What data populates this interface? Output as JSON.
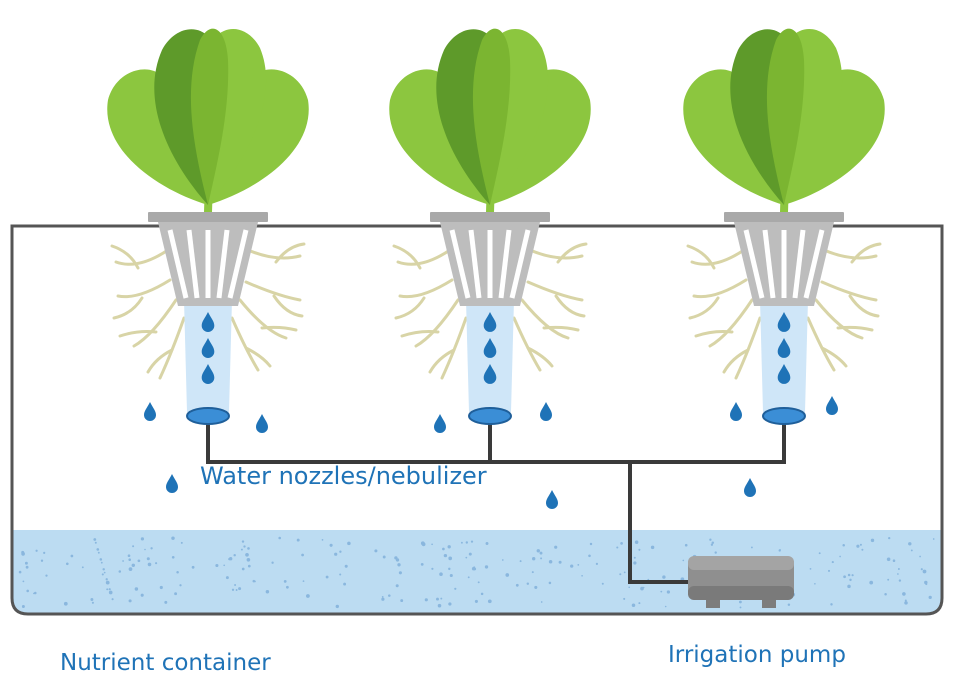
{
  "labels": {
    "nozzle": "Water nozzles/nebulizer",
    "container": "Nutrient container",
    "pump": "Irrigation pump"
  },
  "colors": {
    "water": "#bcdcf2",
    "water_dots": "#8ab7de",
    "drop": "#1f73b7",
    "mist": "#cfe6f8",
    "pipe": "#3a3a3a",
    "container_outline": "#555555",
    "basket": "#a9a9a9",
    "roots": "#d8d4a6",
    "leaf_light": "#8cc63f",
    "leaf_dark": "#5e9a2a",
    "pump": "#8f8f8f",
    "label_text": "#1f73b7"
  },
  "plants": [
    {
      "name": "plant-1"
    },
    {
      "name": "plant-2"
    },
    {
      "name": "plant-3"
    }
  ]
}
